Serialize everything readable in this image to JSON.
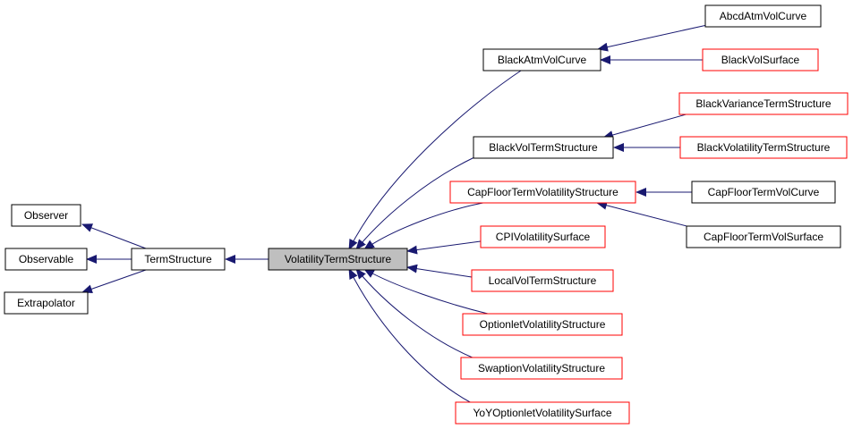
{
  "colors": {
    "edge": "#191970",
    "border_default": "#000000",
    "border_highlight": "#ff0000",
    "focus_fill": "#bfbfbf",
    "node_fill": "#ffffff"
  },
  "nodes": {
    "observer": {
      "label": "Observer",
      "style": "normal"
    },
    "observable": {
      "label": "Observable",
      "style": "normal"
    },
    "extrapolator": {
      "label": "Extrapolator",
      "style": "normal"
    },
    "termstructure": {
      "label": "TermStructure",
      "style": "normal"
    },
    "voltermstructure": {
      "label": "VolatilityTermStructure",
      "style": "focus"
    },
    "blackatmvolcurve": {
      "label": "BlackAtmVolCurve",
      "style": "normal"
    },
    "abcdatmvolcurve": {
      "label": "AbcdAtmVolCurve",
      "style": "normal"
    },
    "blackvolsurface": {
      "label": "BlackVolSurface",
      "style": "red"
    },
    "blackvoltermstructure": {
      "label": "BlackVolTermStructure",
      "style": "normal"
    },
    "blackvariancetermstructure": {
      "label": "BlackVarianceTermStructure",
      "style": "red"
    },
    "blackvolatilitytermstructure": {
      "label": "BlackVolatilityTermStructure",
      "style": "red"
    },
    "capfloortermvolatilitystructure": {
      "label": "CapFloorTermVolatilityStructure",
      "style": "red"
    },
    "capfloortermvolcurve": {
      "label": "CapFloorTermVolCurve",
      "style": "normal"
    },
    "capfloortermvolsurface": {
      "label": "CapFloorTermVolSurface",
      "style": "normal"
    },
    "cpivolatilitysurface": {
      "label": "CPIVolatilitySurface",
      "style": "red"
    },
    "localvoltermstructure": {
      "label": "LocalVolTermStructure",
      "style": "red"
    },
    "optionletvolatilitystructure": {
      "label": "OptionletVolatilityStructure",
      "style": "red"
    },
    "swaptionvolatilitystructure": {
      "label": "SwaptionVolatilityStructure",
      "style": "red"
    },
    "yoyoptionletvolatilitysurface": {
      "label": "YoYOptionletVolatilitySurface",
      "style": "red"
    }
  },
  "edges": [
    {
      "from": "termstructure",
      "to": "observer"
    },
    {
      "from": "termstructure",
      "to": "observable"
    },
    {
      "from": "termstructure",
      "to": "extrapolator"
    },
    {
      "from": "voltermstructure",
      "to": "termstructure"
    },
    {
      "from": "blackatmvolcurve",
      "to": "voltermstructure"
    },
    {
      "from": "abcdatmvolcurve",
      "to": "blackatmvolcurve"
    },
    {
      "from": "blackvolsurface",
      "to": "blackatmvolcurve"
    },
    {
      "from": "blackvoltermstructure",
      "to": "voltermstructure"
    },
    {
      "from": "blackvariancetermstructure",
      "to": "blackvoltermstructure"
    },
    {
      "from": "blackvolatilitytermstructure",
      "to": "blackvoltermstructure"
    },
    {
      "from": "capfloortermvolatilitystructure",
      "to": "voltermstructure"
    },
    {
      "from": "capfloortermvolcurve",
      "to": "capfloortermvolatilitystructure"
    },
    {
      "from": "capfloortermvolsurface",
      "to": "capfloortermvolatilitystructure"
    },
    {
      "from": "cpivolatilitysurface",
      "to": "voltermstructure"
    },
    {
      "from": "localvoltermstructure",
      "to": "voltermstructure"
    },
    {
      "from": "optionletvolatilitystructure",
      "to": "voltermstructure"
    },
    {
      "from": "swaptionvolatilitystructure",
      "to": "voltermstructure"
    },
    {
      "from": "yoyoptionletvolatilitysurface",
      "to": "voltermstructure"
    }
  ]
}
